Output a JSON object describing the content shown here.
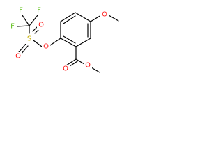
{
  "molecule": {
    "atom_labels": {
      "F_top_left": "F",
      "F_top_right": "F",
      "F_left": "F",
      "S": "S",
      "O_sulfonyl_top": "O",
      "O_sulfonyl_bottom": "O",
      "O_ether": "O",
      "O_methoxy": "O",
      "O_carbonyl": "O",
      "O_ester": "O"
    },
    "element_colors": {
      "O": "#ff0d0d",
      "F": "#5fbf1a",
      "S": "#c9b000",
      "C": "#000000"
    }
  }
}
